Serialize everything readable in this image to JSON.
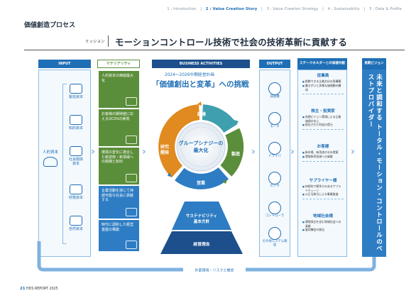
{
  "nav": {
    "items": [
      "1 : Introduction",
      "2 : Value Creation Story",
      "3 : Value Creation Strategy",
      "4 : Sustainability",
      "5 : Data & Profile"
    ],
    "current_index": 1
  },
  "section_title": "価値創造プロセス",
  "mission_label": "ミッション",
  "mission_text": "モーションコントロール技術で社会の技術革新に貢献する",
  "columns": {
    "input": "INPUT",
    "materiality": "マテリアリティ",
    "business": "BUSINESS ACTIVITIES",
    "output": "OUTPUT",
    "stakeholders": "ステークホルダーとの価値共創",
    "vision": "長期ビジョン"
  },
  "input": {
    "human": "人的資本",
    "items": [
      "製造資本",
      "知的資本",
      "社会関係資本",
      "財務資本",
      "自然資本"
    ]
  },
  "materiality": [
    {
      "text": "人的資本の価値最大化",
      "color": "#5b8e3a"
    },
    {
      "text": "お客様の期待値に応えるQCDSの実現",
      "color": "#5b8e3a"
    },
    {
      "text": "環境の変化に適合した新技術・新領域への挑戦と創出",
      "color": "#5b8e3a"
    },
    {
      "text": "企業活動を通じて持続可能な社会に貢献する",
      "color": "#2e7dc4"
    },
    {
      "text": "時代に調和した経営基盤の構築",
      "color": "#2e7dc4"
    }
  ],
  "business": {
    "plan_sub": "2024～2026中期経営計画",
    "plan_main": "「価値創出と変革」への挑戦",
    "center": "グループシナジーの最大化",
    "segments": [
      "調達",
      "製造",
      "営業",
      "研究開発"
    ],
    "pyramid_top": "サステナビリティ基本方針",
    "pyramid_bottom": "経営理念"
  },
  "output": [
    "減速機",
    "モータ",
    "ドライバ",
    "センサ",
    "コントローラ",
    "その他システム製品"
  ],
  "stakeholders": [
    {
      "name": "従業員",
      "bullets": [
        "挑戦できる企業文化の再構築",
        "働きがいと多様な価値観の醸成"
      ]
    },
    {
      "name": "株主・投資家",
      "bullets": [
        "長期ビジョン実現による企業価値の向上",
        "創出された利益の還元"
      ]
    },
    {
      "name": "お客様",
      "bullets": [
        "新市場、新用途の半歩提案",
        "環境負荷低減への貢献"
      ]
    },
    {
      "name": "サプライヤー様",
      "bullets": [
        "持続的で競争力のあるサプライチェーン",
        "公正な取引による事業推進"
      ]
    },
    {
      "name": "地域社会様",
      "bullets": [
        "環境保全を含む地域社会への貢献",
        "雇用機会の創出"
      ]
    }
  ],
  "vision": "未来と調和する トータル・モーション・コントロールのベストプロバイダー",
  "feedback": "外部環境・リスクと機会",
  "footer": {
    "page": "21",
    "report": "HDS REPORT 2025"
  },
  "colors": {
    "accent": "#1f6fb6",
    "teal": "#3f9fae",
    "green": "#5b8e3a",
    "orange": "#e08a1f",
    "navy": "#1c4f8c"
  }
}
